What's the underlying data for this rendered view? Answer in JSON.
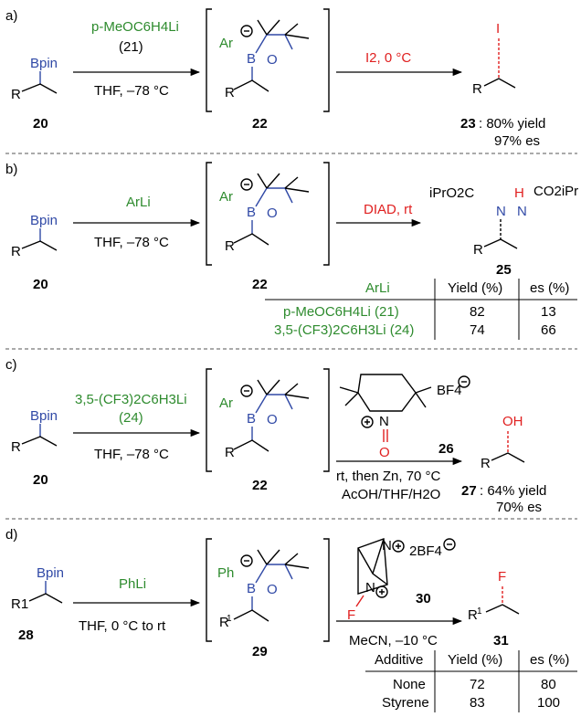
{
  "panels": {
    "a": {
      "tag": "a)",
      "sm_group": "Bpin",
      "sm_r": "R",
      "sm_num": "20",
      "reagent1_line1": "p-MeOC6H4Li",
      "reagent1_line2": "(21)",
      "cond1": "THF, –78 °C",
      "int_ar": "Ar",
      "int_b": "B",
      "int_o": "O",
      "int_r": "R",
      "int_num": "22",
      "reagent2": "I2, 0 °C",
      "prod_atom": "I",
      "prod_r": "R",
      "prod_num": "23",
      "prod_yield": ": 80% yield",
      "prod_es": "97% es"
    },
    "b": {
      "tag": "b)",
      "sm_num": "20",
      "reagent1": "ArLi",
      "cond1": "THF, –78 °C",
      "int_num": "22",
      "reagent2": "DIAD, rt",
      "prod_left": "iPrO2C",
      "prod_n1": "N",
      "prod_nh": "N",
      "prod_h": "H",
      "prod_right": "CO2iPr",
      "prod_num": "25",
      "table": {
        "headers": [
          "ArLi",
          "Yield (%)",
          "es (%)"
        ],
        "rows": [
          [
            "p-MeOC6H4Li (21)",
            "82",
            "13"
          ],
          [
            "3,5-(CF3)2C6H3Li (24)",
            "74",
            "66"
          ]
        ]
      }
    },
    "c": {
      "tag": "c)",
      "sm_num": "20",
      "reagent1_line1": "3,5-(CF3)2C6H3Li",
      "reagent1_line2": "(24)",
      "cond1": "THF, –78 °C",
      "int_num": "22",
      "oxo_counterion": "BF4",
      "oxo_n": "N",
      "oxo_o": "O",
      "oxo_num": "26",
      "cond2_line1": "rt, then Zn, 70 °C",
      "cond2_line2": "AcOH/THF/H2O",
      "prod_atom": "OH",
      "prod_num": "27",
      "prod_yield": ": 64% yield",
      "prod_es": "70% es"
    },
    "d": {
      "tag": "d)",
      "sm_group": "Bpin",
      "sm_r": "R1",
      "sm_num": "28",
      "reagent1": "PhLi",
      "cond1": "THF, 0 °C to rt",
      "int_ph": "Ph",
      "int_num": "29",
      "selectfluor_counterion": "2BF4",
      "selectfluor_f": "F",
      "selectfluor_num": "30",
      "cond2": "MeCN, –10 °C",
      "prod_atom": "F",
      "prod_num": "31",
      "table": {
        "headers": [
          "Additive",
          "Yield (%)",
          "es (%)"
        ],
        "rows": [
          [
            "None",
            "72",
            "80"
          ],
          [
            "Styrene",
            "83",
            "100"
          ]
        ]
      }
    }
  }
}
